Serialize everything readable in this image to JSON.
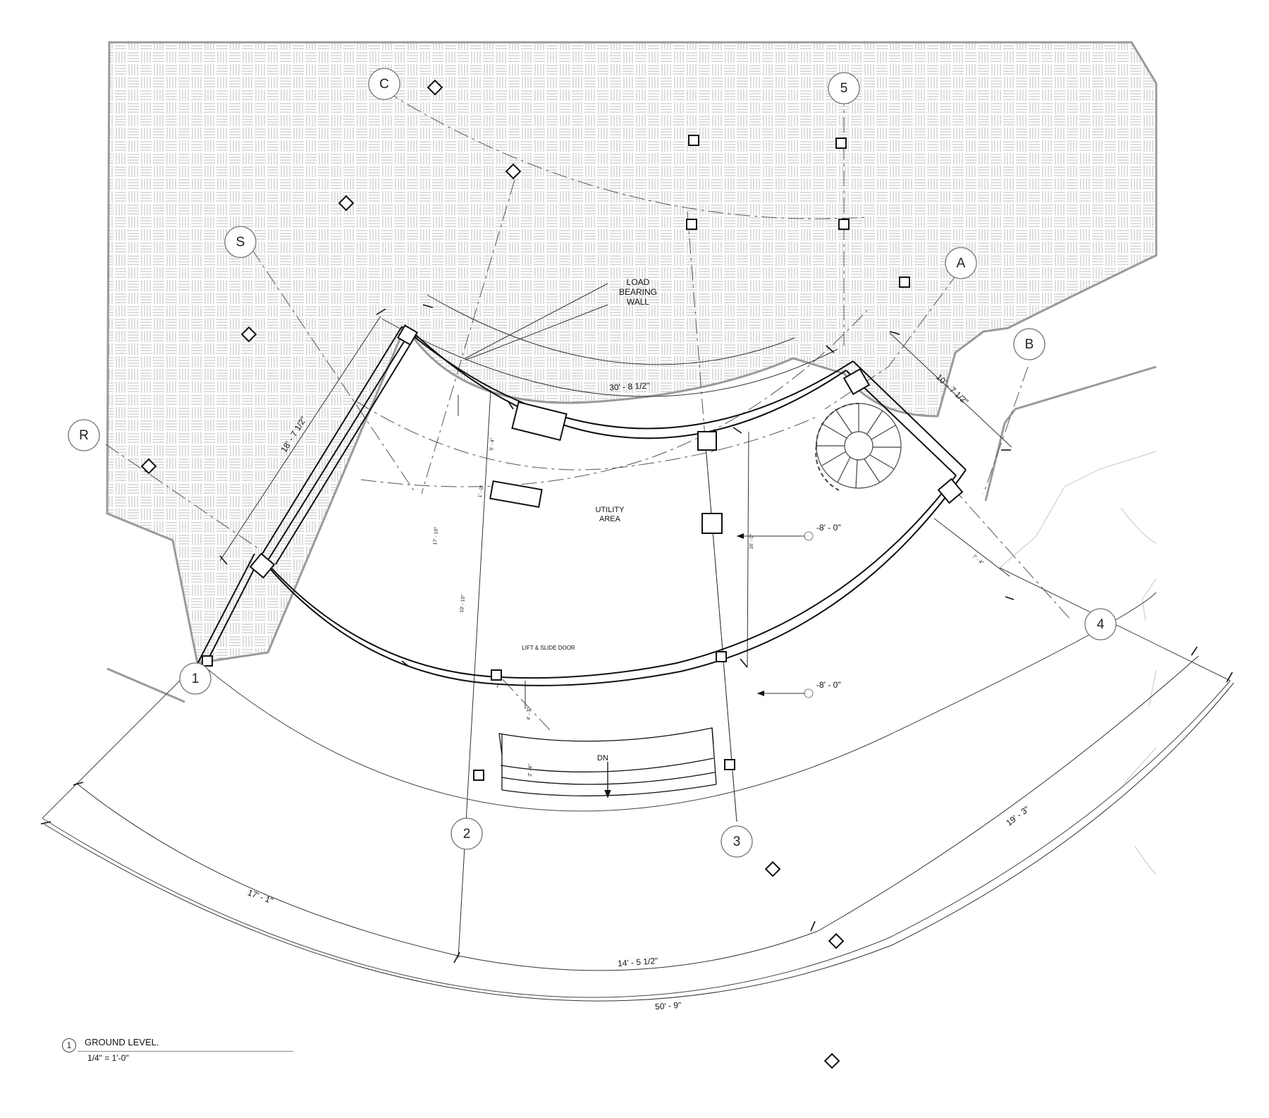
{
  "drawing": {
    "title": "GROUND LEVEL.",
    "view_number": "1",
    "scale": "1/4\" = 1'-0\""
  },
  "grid_bubbles": [
    "C",
    "5",
    "S",
    "A",
    "B",
    "R",
    "4",
    "1",
    "2",
    "3"
  ],
  "room_labels": {
    "load_bearing_1": "LOAD",
    "load_bearing_2": "BEARING",
    "load_bearing_3": "WALL",
    "utility_1": "UTILITY",
    "utility_2": "AREA",
    "door": "LIFT & SLIDE DOOR",
    "stair_down": "DN"
  },
  "dimensions": {
    "top_arc": "30' - 8 1/2\"",
    "left_wall": "18' - 7 1/2\"",
    "right_wall": "10' - 7 1/2\"",
    "arc_17_1": "17' - 1\"",
    "arc_14_5": "14' - 5 1/2\"",
    "arc_19_3": "19' - 3\"",
    "arc_50_9": "50' - 9\"",
    "inner_17_10": "17' - 10\"",
    "inner_10_10": "10' - 10\"",
    "inner_5_4": "5' - 4\"",
    "inner_1_0": "1' - 0\"",
    "inner_7_4": "7' - 4\"",
    "inner_16_0": "16' - 0\"",
    "inner_4_3": "4' - 3\"",
    "inner_2_6": "2' - 6\""
  },
  "level_marks": {
    "upper": "-8' - 0\"",
    "lower": "-8' - 0\""
  }
}
